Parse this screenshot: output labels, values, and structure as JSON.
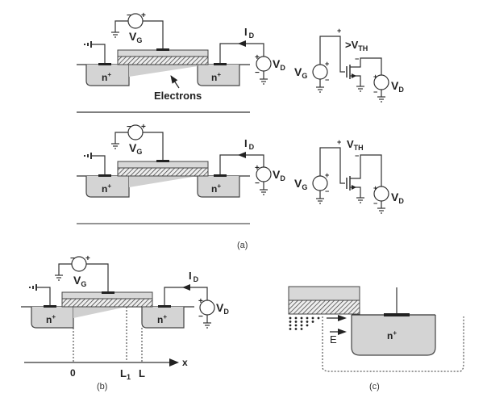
{
  "labels": {
    "vg": "V",
    "vg_sub": "G",
    "vd": "V",
    "vd_sub": "D",
    "id": "I",
    "id_sub": "D",
    "nplus": "n",
    "plus": "+",
    "minus": "−",
    "electrons": "Electrons",
    "vth_gt": ">V",
    "vth": "V",
    "vth_sub": "TH",
    "x_axis": "x",
    "tick_0": "0",
    "tick_l1": "L",
    "tick_l1_sub": "1",
    "tick_l": "L",
    "efield": "E"
  },
  "captions": {
    "a": "(a)",
    "b": "(b)",
    "c": "(c)"
  },
  "colors": {
    "well_fill": "#d4d4d4",
    "gate_fill": "#d8d8d8",
    "line": "#333333"
  }
}
